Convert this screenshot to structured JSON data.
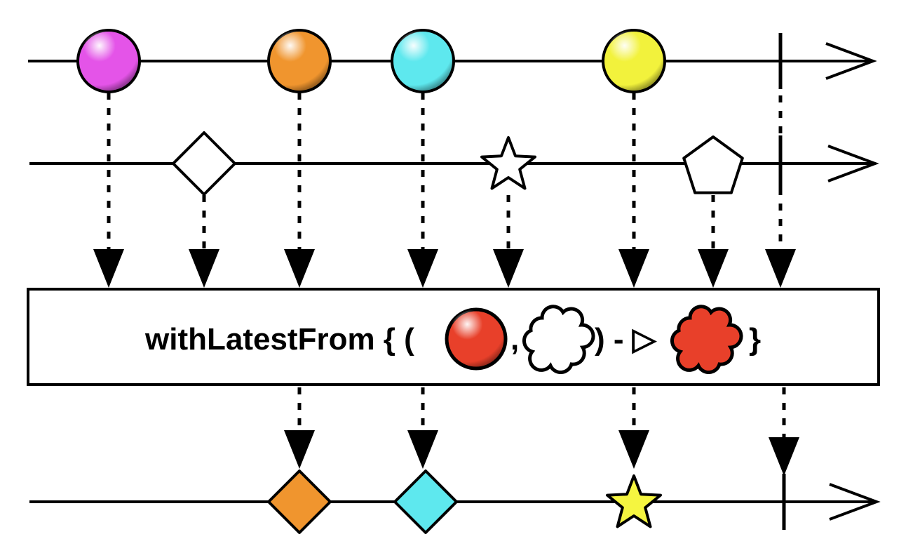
{
  "operator": {
    "name_prefix": "withLatestFrom { (",
    "comma": ",",
    "close_arrow": ") - ▷",
    "close_brace": "}",
    "input_marble_color": "#e8402a",
    "output_cloud_color": "#e8402a"
  },
  "source_stream": {
    "items": [
      {
        "shape": "circle",
        "color": "#e454e8"
      },
      {
        "shape": "circle",
        "color": "#f0952e"
      },
      {
        "shape": "circle",
        "color": "#5ee8ee"
      },
      {
        "shape": "circle",
        "color": "#f2f23c"
      }
    ],
    "completes": true
  },
  "other_stream": {
    "items": [
      {
        "shape": "diamond",
        "color": "#ffffff"
      },
      {
        "shape": "star",
        "color": "#ffffff"
      },
      {
        "shape": "pentagon",
        "color": "#ffffff"
      }
    ],
    "completes": true
  },
  "output_stream": {
    "items": [
      {
        "shape": "diamond",
        "color": "#f0952e"
      },
      {
        "shape": "diamond",
        "color": "#5ee8ee"
      },
      {
        "shape": "star",
        "color": "#f5f540"
      }
    ],
    "completes": true
  }
}
